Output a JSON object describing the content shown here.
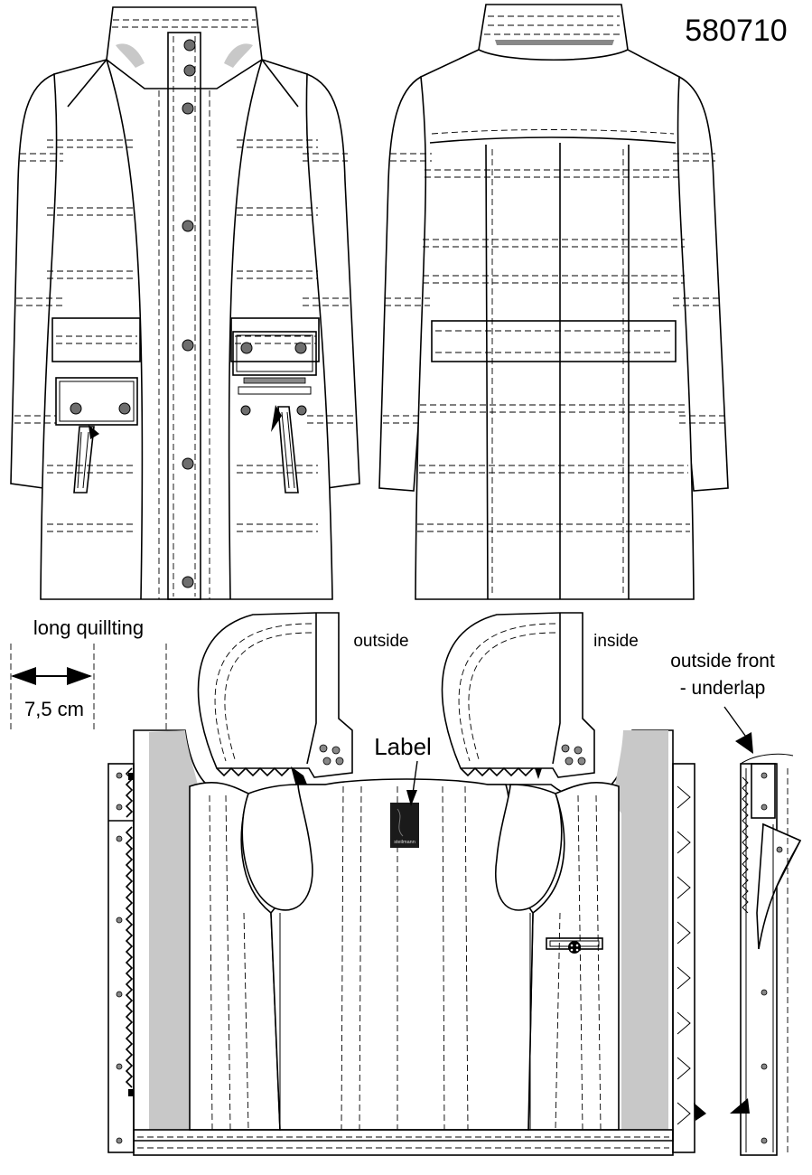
{
  "style_number": "580710",
  "annotations": {
    "quilting_label": "long quillting",
    "quilting_measure": "7,5 cm",
    "hood_outside": "outside",
    "hood_inside": "inside",
    "label_callout": "Label",
    "placket_note_line1": "outside front",
    "placket_note_line2": "- underlap"
  },
  "label_tag_text": "steilmann",
  "colors": {
    "line": "#000000",
    "facing_grey": "#c8c8c8",
    "button": "#6e6e6e"
  }
}
